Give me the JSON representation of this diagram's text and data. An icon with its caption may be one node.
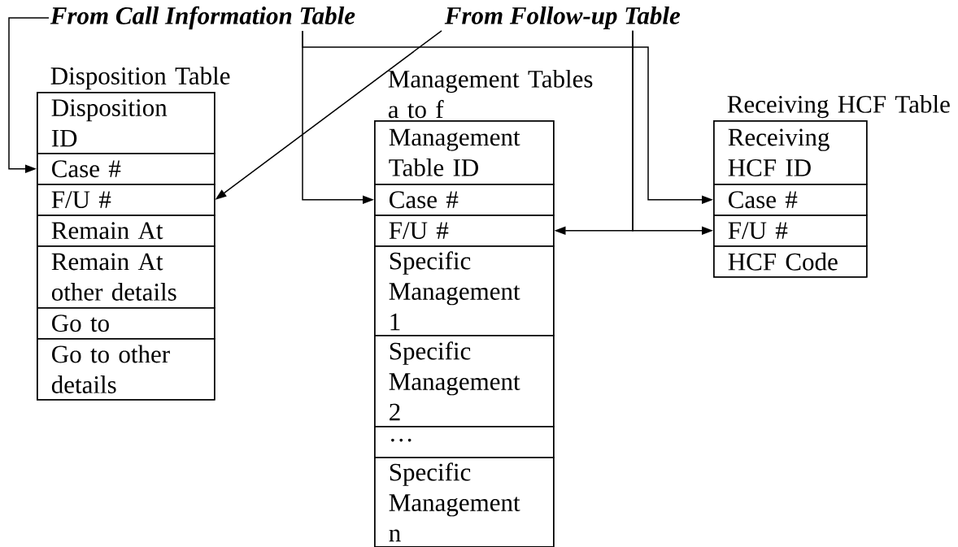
{
  "diagram": {
    "nodes": [
      {
        "text": [
          "From Call Information Table"
        ]
      },
      {
        "text": [
          "From Follow-up Table"
        ]
      },
      {
        "text": [
          "Disposition Table"
        ]
      },
      {
        "text": [
          "Disposition ID"
        ],
        "in": 2
      },
      {
        "text": [
          "Case #"
        ],
        "in": 2
      },
      {
        "text": [
          "F/U #"
        ],
        "in": 2
      },
      {
        "text": [
          "Remain At"
        ],
        "in": 2
      },
      {
        "text": [
          "Remain At other details"
        ],
        "in": 2
      },
      {
        "text": [
          "Go to"
        ],
        "in": 2
      },
      {
        "text": [
          "Go to other details"
        ],
        "in": 2
      },
      {
        "text": [
          "Management Tables a to f"
        ]
      },
      {
        "text": [
          "Management Table ID"
        ],
        "in": 10
      },
      {
        "text": [
          "Case #"
        ],
        "in": 10
      },
      {
        "text": [
          "F/U #"
        ],
        "in": 10
      },
      {
        "text": [
          "Specific Management 1"
        ],
        "in": 10
      },
      {
        "text": [
          "Specific Management 2"
        ],
        "in": 10
      },
      {
        "text": [
          "…"
        ],
        "in": 10
      },
      {
        "text": [
          "Specific Management n"
        ],
        "in": 10
      },
      {
        "text": [
          "Receiving HCF Table"
        ]
      },
      {
        "text": [
          "Receiving HCF ID"
        ],
        "in": 18
      },
      {
        "text": [
          "Case #"
        ],
        "in": 18
      },
      {
        "text": [
          "F/U #"
        ],
        "in": 18
      },
      {
        "text": [
          "HCF Code"
        ],
        "in": 18
      }
    ],
    "edges": [
      {
        "from": 0,
        "to": 4,
        "arrow": "to"
      },
      {
        "from": 0,
        "to": 12,
        "arrow": "to"
      },
      {
        "from": 0,
        "to": 20,
        "arrow": "to"
      },
      {
        "from": 1,
        "to": 5,
        "arrow": "to"
      },
      {
        "from": 1,
        "to": 13,
        "arrow": "to"
      },
      {
        "from": 1,
        "to": 21,
        "arrow": "to"
      }
    ]
  }
}
